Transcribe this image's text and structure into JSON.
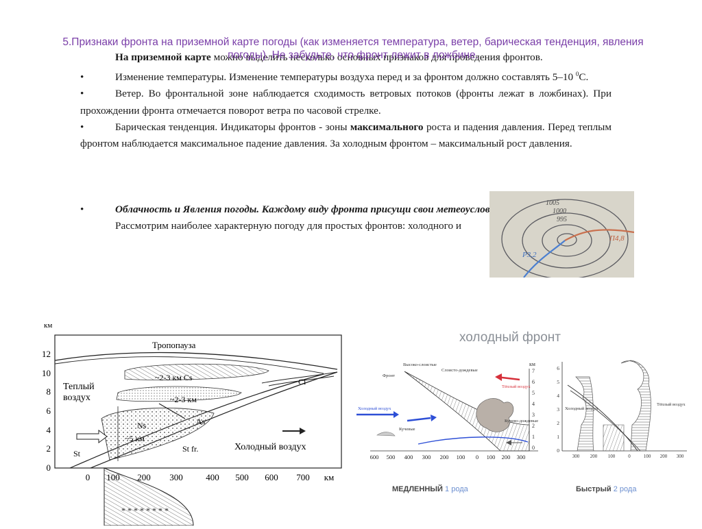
{
  "title": "5.Признаки фронта на приземной карте погоды (как изменяется температура, ветер, барическая тенденция, явления погоды). Не забудьте, что фронт лежит в ложбине.",
  "body": {
    "intro_bold": "На приземной карте",
    "intro_rest": " можно выделить несколько основных признаков для проведения фронтов.",
    "bullet": "•",
    "temperature": "Изменение температуры. Изменение температуры воздуха перед и за фронтом должно составлять 5–10 ",
    "temperature_sup": "0",
    "temperature_unit": "С.",
    "wind": "Ветер. Во фронтальной зоне наблюдается сходимость ветровых потоков (фронты лежат в ложбинах). При прохождении фронта отмечается поворот ветра по часовой стрелке.",
    "pressure_a": "Барическая тенденция. Индикаторы фронтов - зоны ",
    "pressure_bold": "максимального",
    "pressure_b": " роста и падения давления. Перед теплым фронтом наблюдается максимальное падение  давления. За холодным фронтом  – максимальный  рост давления.",
    "clouds": "Облачность и Явления погоды. Каждому виду фронта присущи свои метеоусловия.",
    "consider": "Рассмотрим наиболее характерную погоду для простых фронтов: холодного и"
  },
  "photo": {
    "isobars": [
      "1005",
      "1000",
      "995"
    ],
    "left_label": "Р3,2",
    "right_label": "П4,8"
  },
  "warm_front": {
    "unit_km": "км",
    "y_ticks": [
      "12",
      "10",
      "8",
      "6",
      "4",
      "2",
      "0"
    ],
    "x_ticks": [
      "0",
      "100",
      "200",
      "300",
      "400",
      "500",
      "600",
      "700",
      "км"
    ],
    "tropopause": "Тропопауза",
    "warm_air": [
      "Теплый",
      "воздух"
    ],
    "cold_air": "Холодный воздух",
    "cs": "~2-3 км   Cs",
    "ci": "Ci",
    "as_thick": "~2-3 км",
    "as": "As",
    "ns": "Ns",
    "ns_thick": "~5 км",
    "st": "St",
    "st_fr": "St fr."
  },
  "cold_front": {
    "title": "холодный фронт",
    "slow": "МЕДЛЕННЫЙ",
    "slow_kind": "1 рода",
    "fast": "Быстрый",
    "fast_kind": "2 рода",
    "panel1_x": [
      "600",
      "500",
      "400",
      "300",
      "200",
      "100",
      "0",
      "100",
      "200",
      "300"
    ],
    "panel1_y": [
      "7",
      "6",
      "5",
      "4",
      "3",
      "2",
      "1",
      "0"
    ],
    "panel1_labels": [
      "Холодный воздух",
      "Тёплый воздух",
      "Фронт",
      "Кучевые",
      "Кучево-дождевые",
      "Высоко-слоистые",
      "Слоисто-дождевые",
      "км"
    ],
    "panel2_x": [
      "300",
      "200",
      "100",
      "0",
      "100",
      "200",
      "300"
    ],
    "panel2_y": [
      "6",
      "5",
      "4",
      "3",
      "2",
      "1",
      "0"
    ],
    "panel2_labels": [
      "Тёплый воздух",
      "Холодный воздух"
    ],
    "colors": {
      "arrow_blue": "#2d4fd6",
      "arrow_red": "#d6303a",
      "title": "#8a8f96"
    }
  }
}
